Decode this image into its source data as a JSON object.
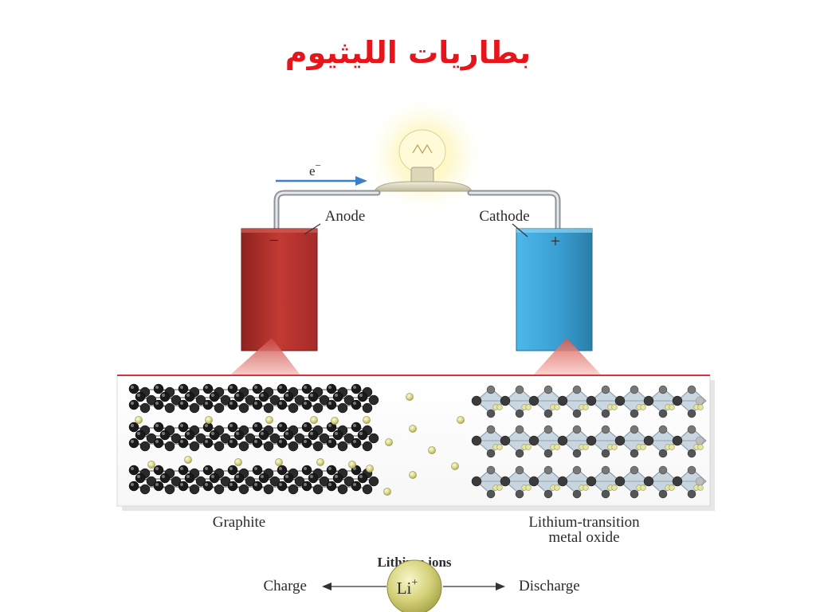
{
  "title": "بطاريات الليثيوم",
  "colors": {
    "title": "#e4161b",
    "anode": "#b8302c",
    "cathode": "#3a9fd3",
    "electron_arrow": "#3b7fc6",
    "lithium_ion": "#e6e6a0",
    "carbon_atom": "#1a1a1a",
    "oxide_frame": "#b9c9d6"
  },
  "circuit": {
    "electron_label": "e",
    "electron_sup": "−"
  },
  "electrodes": {
    "anode_label": "Anode",
    "anode_sign": "−",
    "cathode_label": "Cathode",
    "cathode_sign": "+"
  },
  "materials": {
    "anode_material": "Graphite",
    "cathode_material_line1": "Lithium-transition",
    "cathode_material_line2": "metal oxide"
  },
  "legend": {
    "heading": "Lithium ions",
    "charge": "Charge",
    "discharge": "Discharge",
    "ion_symbol": "Li",
    "ion_charge": "+"
  }
}
